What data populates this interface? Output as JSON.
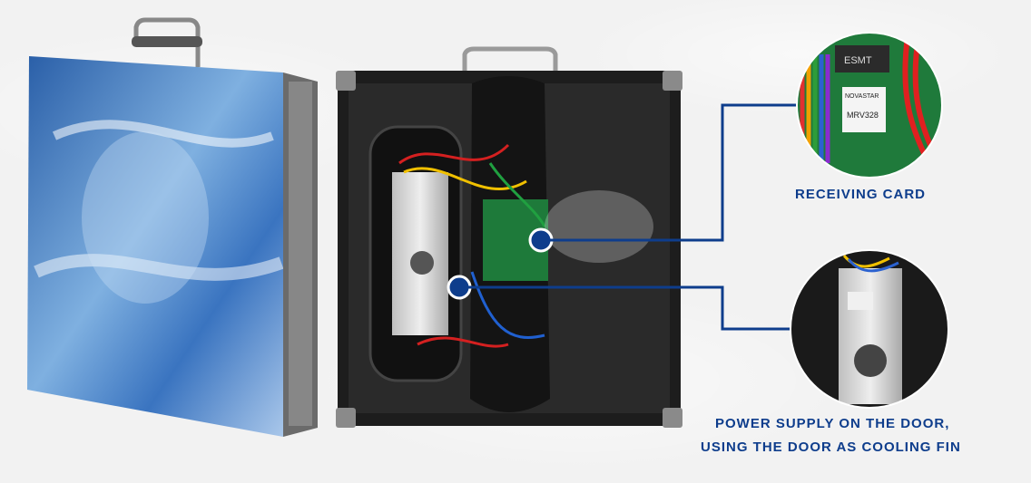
{
  "callouts": {
    "receiving_card": "RECEIVING CARD",
    "power_supply_line1": "POWER SUPPLY ON THE DOOR,",
    "power_supply_line2": "USING THE DOOR AS COOLING FIN"
  },
  "chip_labels": {
    "brand": "ESMT",
    "card_brand": "NOVASTAR",
    "card_model": "MRV328"
  },
  "colors": {
    "accent": "#0e3d8c",
    "background": "#f2f2f2"
  }
}
